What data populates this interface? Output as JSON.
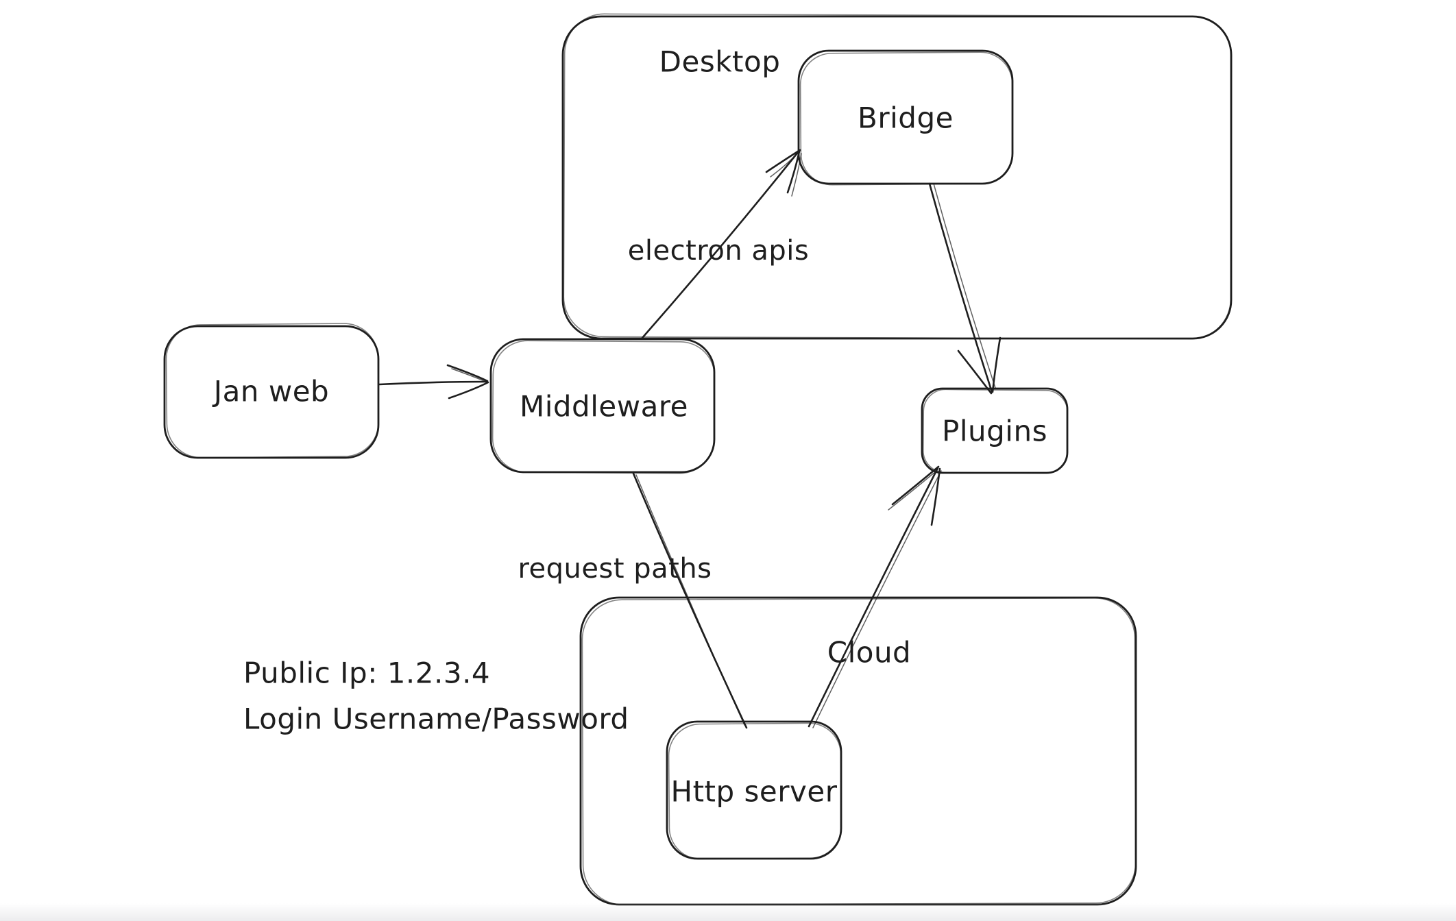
{
  "canvas": {
    "background": "#ffffff",
    "ink": "#1e1e1e"
  },
  "containers": {
    "desktop": {
      "label": "Desktop"
    },
    "cloud": {
      "label": "Cloud"
    }
  },
  "nodes": {
    "jan_web": {
      "label": "Jan web"
    },
    "middleware": {
      "label": "Middleware"
    },
    "bridge": {
      "label": "Bridge"
    },
    "plugins": {
      "label": "Plugins"
    },
    "http_server": {
      "label": "Http server"
    }
  },
  "edges": {
    "jan_web_to_middleware": {
      "from": "Jan web",
      "to": "Middleware",
      "label": ""
    },
    "middleware_to_bridge": {
      "from": "Middleware",
      "to": "Bridge",
      "label": "electron apis"
    },
    "bridge_to_plugins": {
      "from": "Bridge",
      "to": "Plugins",
      "label": ""
    },
    "middleware_to_http_server": {
      "from": "Middleware",
      "to": "Http server",
      "label": "request paths"
    },
    "http_server_to_plugins": {
      "from": "Http server",
      "to": "Plugins",
      "label": ""
    }
  },
  "annotations": {
    "public_ip": "Public Ip: 1.2.3.4",
    "login": "Login Username/Password"
  }
}
